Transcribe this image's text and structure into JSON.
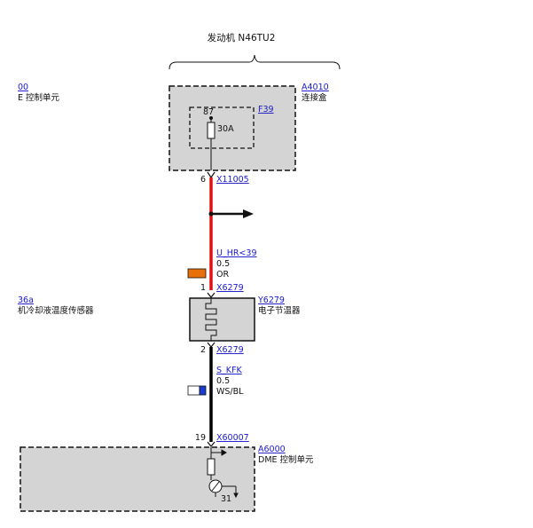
{
  "header": {
    "engine_label": "发动机 N46TU2"
  },
  "left_refs": {
    "top": {
      "code": "00",
      "name": "E 控制单元"
    },
    "mid": {
      "code": "36a",
      "name": "机冷却液温度传感器"
    }
  },
  "junction_box": {
    "code": "A4010",
    "name": "连接盒",
    "fuse_code": "F39",
    "fuse_pin": "87",
    "fuse_rating": "30A"
  },
  "connector_top": {
    "pin": "6",
    "code": "X11005"
  },
  "wire_red": {
    "signal": "U_HR<39",
    "gauge": "0.5",
    "color": "OR",
    "swatch": "#e8700a"
  },
  "thermostat": {
    "pin_in": "1",
    "connector_in": "X6279",
    "code": "Y6279",
    "name": "电子节温器",
    "pin_out": "2",
    "connector_out": "X6279"
  },
  "wire_black": {
    "signal": "S_KFK",
    "gauge": "0.5",
    "color": "WS/BL",
    "swatch_left": "#ffffff",
    "swatch_right": "#1a3ad0"
  },
  "dme": {
    "pin": "19",
    "connector": "X60007",
    "code": "A6000",
    "name": "DME 控制单元",
    "ground_pin": "31"
  },
  "colors": {
    "red_wire": "#e01010",
    "black_wire": "#000000",
    "box_fill": "#d4d4d4"
  }
}
